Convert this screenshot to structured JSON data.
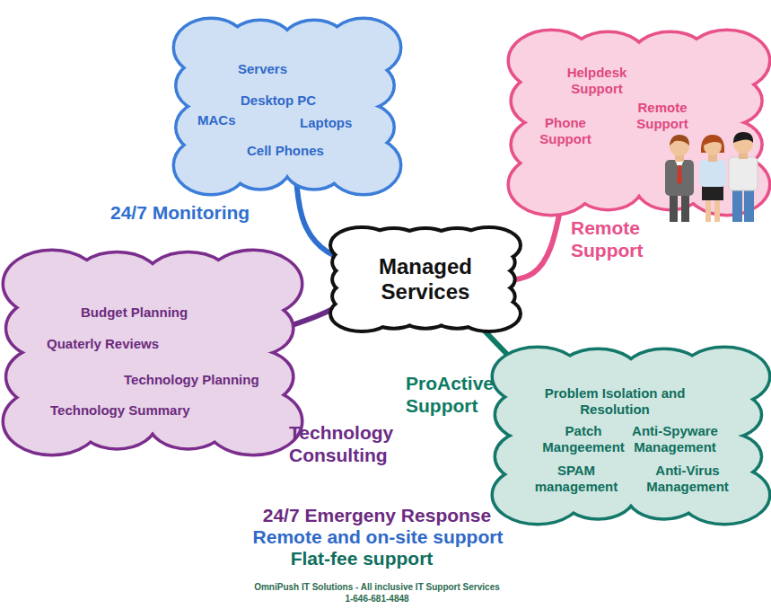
{
  "diagram": {
    "nodes": [
      {
        "text": [
          "24/7 Monitoring",
          "Servers",
          "Desktop PC",
          "MACs",
          "Laptops",
          "Cell Phones"
        ]
      },
      {
        "text": [
          "Remote Support",
          "Helpdesk Support",
          "Remote Support",
          "Phone Support"
        ]
      },
      {
        "text": [
          "Managed Services"
        ]
      },
      {
        "text": [
          "Technology Consulting",
          "Budget Planning",
          "Quaterly Reviews",
          "Technology Planning",
          "Technology Summary"
        ]
      },
      {
        "text": [
          "ProActive Support",
          "Problem Isolation and Resolution",
          "Patch Mangeement",
          "Anti-Spyware Management",
          "SPAM management",
          "Anti-Virus Management"
        ]
      }
    ],
    "edges": [
      {
        "from": 2,
        "to": 0,
        "arrow": "none"
      },
      {
        "from": 2,
        "to": 1,
        "arrow": "none"
      },
      {
        "from": 2,
        "to": 3,
        "arrow": "none"
      },
      {
        "from": 2,
        "to": 4,
        "arrow": "none"
      }
    ],
    "labels": [
      "24/7 Emergeny Response",
      "Remote and on-site support",
      "Flat-fee support",
      "OmniPush IT Solutions - All inclusive IT Support Services",
      "1-646-681-4848"
    ]
  }
}
